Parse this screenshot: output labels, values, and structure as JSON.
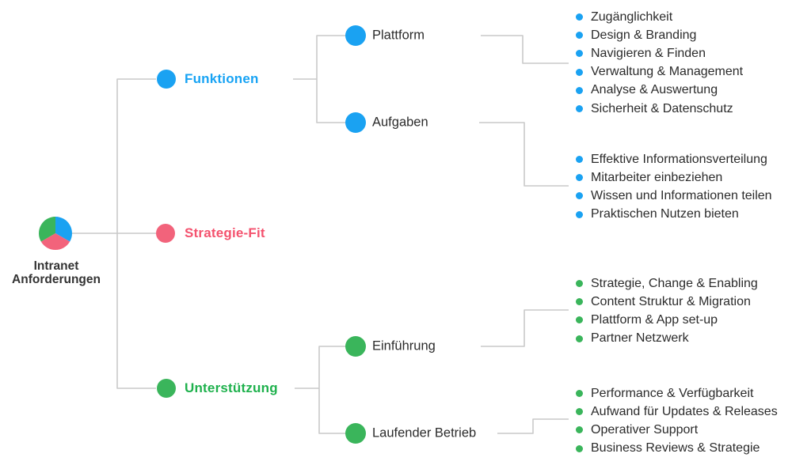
{
  "colors": {
    "bg": "#ffffff",
    "line": "#c9c9c9",
    "text": "#2b2b2b",
    "rootText": "#333333",
    "blue": "#1aa2f2",
    "blueText": "#17a3f4",
    "pink": "#f2637b",
    "pinkText": "#f4526e",
    "green": "#3ab55b",
    "greenText": "#1fb14d"
  },
  "root": {
    "line1": "Intranet",
    "line2": "Anforderungen"
  },
  "branches": {
    "funktionen": {
      "label": "Funktionen"
    },
    "strategiefit": {
      "label": "Strategie-Fit"
    },
    "unterstuetzung": {
      "label": "Unterstützung"
    }
  },
  "subnodes": {
    "plattform": {
      "label": "Plattform",
      "items": [
        "Zugänglichkeit",
        "Design & Branding",
        "Navigieren & Finden",
        "Verwaltung & Management",
        "Analyse & Auswertung",
        "Sicherheit & Datenschutz"
      ]
    },
    "aufgaben": {
      "label": "Aufgaben",
      "items": [
        "Effektive Informationsverteilung",
        "Mitarbeiter einbeziehen",
        "Wissen und Informationen teilen",
        "Praktischen Nutzen bieten"
      ]
    },
    "einfuehrung": {
      "label": "Einführung",
      "items": [
        "Strategie, Change & Enabling",
        "Content Struktur & Migration",
        "Plattform & App set-up",
        "Partner Netzwerk"
      ]
    },
    "betrieb": {
      "label": "Laufender Betrieb",
      "items": [
        "Performance & Verfügbarkeit",
        "Aufwand für Updates & Releases",
        "Operativer Support",
        "Business Reviews & Strategie"
      ]
    }
  }
}
